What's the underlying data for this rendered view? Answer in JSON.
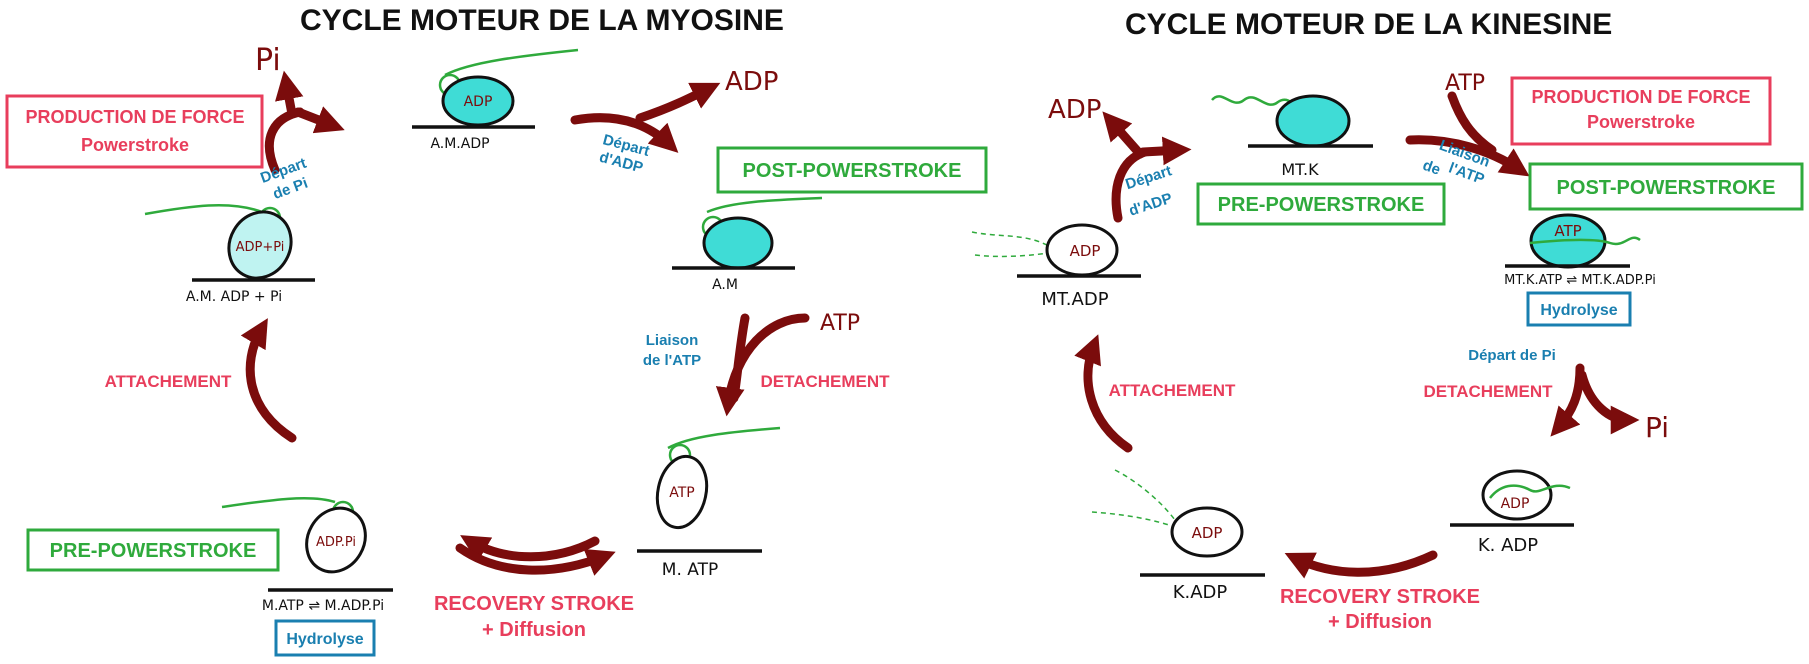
{
  "myosine": {
    "title": "CYCLE MOTEUR DE LA MYOSINE",
    "heads": {
      "am_adp": "ADP",
      "am_adp_pi": "ADP+Pi",
      "m_atp": "ATP",
      "m_adp_pi": "ADP.Pi"
    },
    "states": {
      "am_adp": "A.M.ADP",
      "am": "A.M",
      "am_adp_pi": "A.M. ADP + Pi",
      "m_atp": "M. ATP",
      "m_atp_eq": "M.ATP ⇌ M.ADP.Pi"
    },
    "products": {
      "pi": "Pi",
      "adp": "ADP",
      "atp": "ATP"
    },
    "blue_labels": {
      "depart_pi_1": "Départ",
      "depart_pi_2": "de Pi",
      "depart_adp_1": "Départ",
      "depart_adp_2": "d'ADP",
      "liaison_atp_1": "Liaison",
      "liaison_atp_2": "de l'ATP"
    },
    "labels": {
      "force_1": "PRODUCTION DE FORCE",
      "force_2": "Powerstroke",
      "post": "POST-POWERSTROKE",
      "pre": "PRE-POWERSTROKE",
      "attachement": "ATTACHEMENT",
      "detachement": "DETACHEMENT",
      "recovery_1": "RECOVERY STROKE",
      "recovery_2": "+ Diffusion",
      "hydrolyse": "Hydrolyse"
    }
  },
  "kinesine": {
    "title": "CYCLE MOTEUR DE LA KINESINE",
    "heads": {
      "mt_adp": "ADP",
      "mtk_atp": "ATP",
      "k_adp_top": "ADP",
      "k_adp_bottom": "ADP"
    },
    "states": {
      "mt_k": "MT.K",
      "mt_adp": "MT.ADP",
      "mtk_atp": "MT.K.ATP ⇌ MT.K.ADP.Pi",
      "k_adp_right": "K. ADP",
      "k_adp_bottom": "K.ADP"
    },
    "products": {
      "adp": "ADP",
      "atp": "ATP",
      "pi": "Pi"
    },
    "blue_labels": {
      "depart_adp_1": "Départ",
      "depart_adp_2": "d'ADP",
      "liaison_atp_1": "Liaison",
      "liaison_atp_2": "de",
      "liaison_atp_3": "l'ATP",
      "depart_pi": "Départ de Pi"
    },
    "labels": {
      "force_1": "PRODUCTION DE FORCE",
      "force_2": "Powerstroke",
      "pre": "PRE-POWERSTROKE",
      "post": "POST-POWERSTROKE",
      "hydrolyse": "Hydrolyse",
      "detachement": "DETACHEMENT",
      "attachement": "ATTACHEMENT",
      "recovery_1": "RECOVERY STROKE",
      "recovery_2": "+ Diffusion"
    }
  },
  "colors": {
    "cyan_head": "#3fdcd6",
    "light_cyan_head": "#bff3f1",
    "dark_red": "#7b0c0c",
    "pink_red": "#e83e5c",
    "green": "#2faa3c",
    "blue": "#1a7fb0"
  }
}
